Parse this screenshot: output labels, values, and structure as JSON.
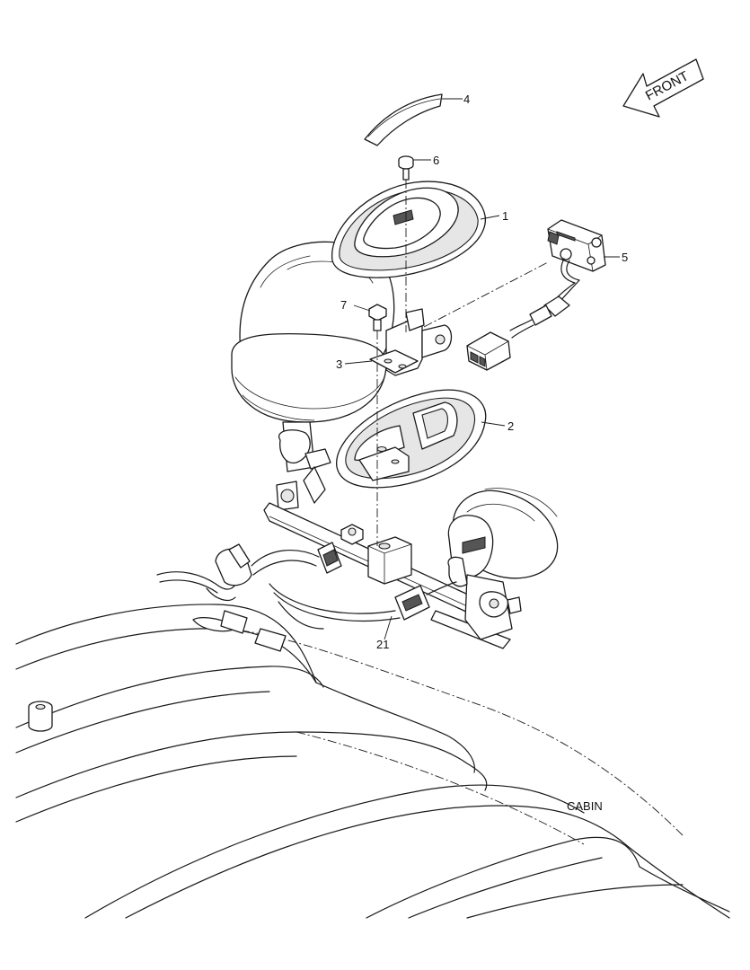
{
  "orientation": {
    "label": "FRONT",
    "icon": "front-arrow-icon"
  },
  "area_label": "CABIN",
  "callouts": [
    {
      "id": "callout-1",
      "text": "1"
    },
    {
      "id": "callout-2",
      "text": "2"
    },
    {
      "id": "callout-3",
      "text": "3"
    },
    {
      "id": "callout-4",
      "text": "4"
    },
    {
      "id": "callout-5",
      "text": "5"
    },
    {
      "id": "callout-6",
      "text": "6"
    },
    {
      "id": "callout-7",
      "text": "7"
    },
    {
      "id": "callout-21",
      "text": "21"
    }
  ]
}
